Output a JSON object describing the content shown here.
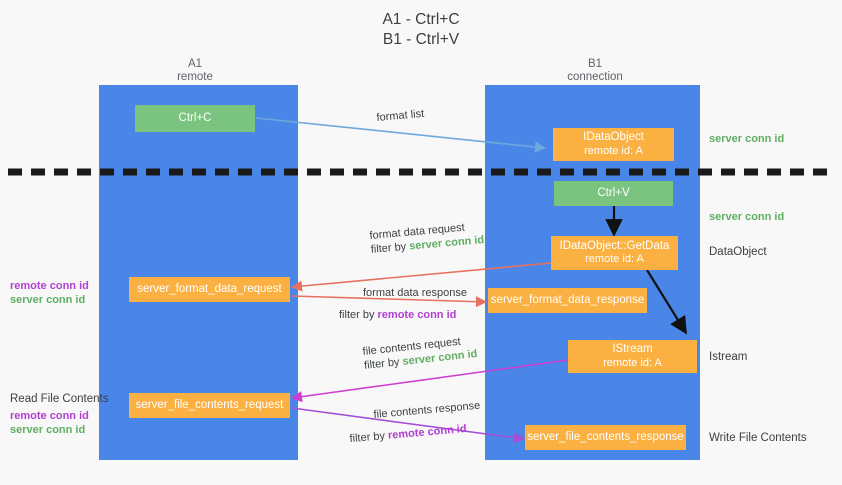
{
  "title": {
    "line1": "A1 - Ctrl+C",
    "line2": "B1 - Ctrl+V"
  },
  "lanes": [
    {
      "id": "a1",
      "name": "A1",
      "sub": "remote"
    },
    {
      "id": "b1",
      "name": "B1",
      "sub": "connection"
    }
  ],
  "nodes": {
    "ctrl_c": {
      "line1": "Ctrl+C",
      "line2": ""
    },
    "idataobject": {
      "line1": "IDataObject",
      "line2": "remote id: A"
    },
    "ctrl_v": {
      "line1": "Ctrl+V",
      "line2": ""
    },
    "getdata": {
      "line1": "IDataObject::GetData",
      "line2": "remote id: A"
    },
    "istream": {
      "line1": "IStream",
      "line2": "remote id: A"
    },
    "server_format_data_request": {
      "line1": "server_format_data_request",
      "line2": ""
    },
    "server_format_data_response": {
      "line1": "server_format_data_response",
      "line2": ""
    },
    "server_file_contents_request": {
      "line1": "server_file_contents_request",
      "line2": ""
    },
    "server_file_contents_response": {
      "line1": "server_file_contents_response",
      "line2": ""
    }
  },
  "edge_labels": {
    "format_list": "format list",
    "format_data_request": "format data request",
    "format_data_request_filter_prefix": "filter by ",
    "format_data_request_filter_key": "server conn id",
    "format_data_response": "format data response",
    "format_data_response_filter_prefix": "filter by ",
    "format_data_response_filter_key": "remote conn id",
    "file_contents_request": "file contents request",
    "file_contents_request_filter_prefix": "filter by ",
    "file_contents_request_filter_key": "server conn id",
    "file_contents_response": "file contents response",
    "file_contents_response_filter_prefix": "filter by ",
    "file_contents_response_filter_key": "remote conn id"
  },
  "right_annotations": [
    {
      "id": "server-conn-id-top",
      "text": "server conn id",
      "style": "green"
    },
    {
      "id": "server-conn-id-second",
      "text": "server conn id",
      "style": "green"
    },
    {
      "id": "dataobject",
      "text": "DataObject",
      "style": "plain"
    },
    {
      "id": "istream",
      "text": "Istream",
      "style": "plain"
    },
    {
      "id": "write-file-contents",
      "text": "Write File Contents",
      "style": "plain"
    }
  ],
  "left_annotations": {
    "mid": {
      "remote": "remote conn id",
      "server": "server conn id"
    },
    "bottom": {
      "heading": "Read File Contents",
      "remote": "remote conn id",
      "server": "server conn id"
    }
  },
  "colors": {
    "lane": "#4a86e8",
    "green_node": "#7bc47f",
    "orange_node": "#fbb042",
    "blue_arrow": "#6fa8dc",
    "red_arrow": "#e8715f",
    "magenta_arrow": "#cc3fd0",
    "purple_arrow": "#a64dd6",
    "black_arrow": "#111111",
    "green_text": "#5fae63",
    "purple_text": "#b13fd1",
    "divider": "#1a1a1a",
    "background": "#f8f8f8"
  }
}
